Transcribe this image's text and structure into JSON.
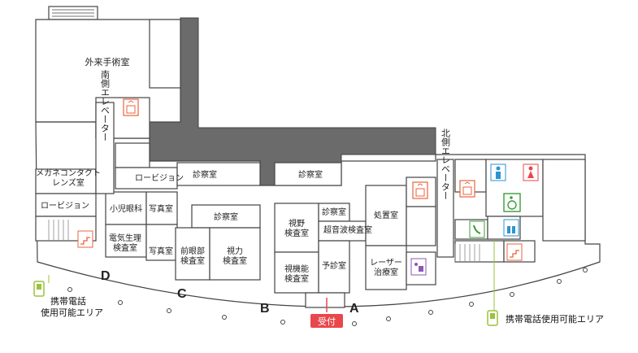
{
  "rooms": {
    "outpatient_surgery": "外来手術室",
    "south_elevator": "南側エレベーター",
    "lobby_south": "ロービジョン",
    "glasses_contact": "メガネコンタクト\nレンズ室",
    "lobby_west": "ロービジョン",
    "pediatric": "小児眼科",
    "photo_1": "写真室",
    "electrophysiology": "電気生理\n検査室",
    "photo_2": "写真室",
    "exam_1": "診察室",
    "exam_2": "診察室",
    "exam_3": "診察室",
    "anterior_segment": "前眼部\n検査室",
    "visual_acuity": "視力\n検査室",
    "visual_field": "視野\n検査室",
    "exam_4": "診察室",
    "ultrasound": "超音波検査室",
    "visual_function": "視機能\n検査室",
    "preliminary": "予診室",
    "treatment": "処置室",
    "laser": "レーザー\n治療室",
    "north_elevator": "北側エレベーター",
    "reception": "受付"
  },
  "zones": [
    "A",
    "B",
    "C",
    "D"
  ],
  "notes": {
    "mobile_area_left": "携帯電話\n使用可能エリア",
    "mobile_area_right": "携帯電話使用可能エリア"
  },
  "icons": [
    "elevator-icon",
    "elevator-icon",
    "elevator-icon",
    "male-toilet-icon",
    "female-toilet-icon",
    "wheelchair-icon",
    "phone-icon",
    "family-toilet-icon",
    "stairs-icon",
    "stairs-icon",
    "staff-room-icon",
    "mobile-phone-icon"
  ],
  "colors": {
    "reception": "#e8474c",
    "elevator_icon": "#e8643c",
    "male_icon": "#2e93d1",
    "female_icon": "#e8474c",
    "accessible_icon": "#3a9d3a",
    "staff_icon": "#8a5ab0",
    "mobile_icon": "#9bc33c",
    "dark_block": "#6b6b6b"
  }
}
